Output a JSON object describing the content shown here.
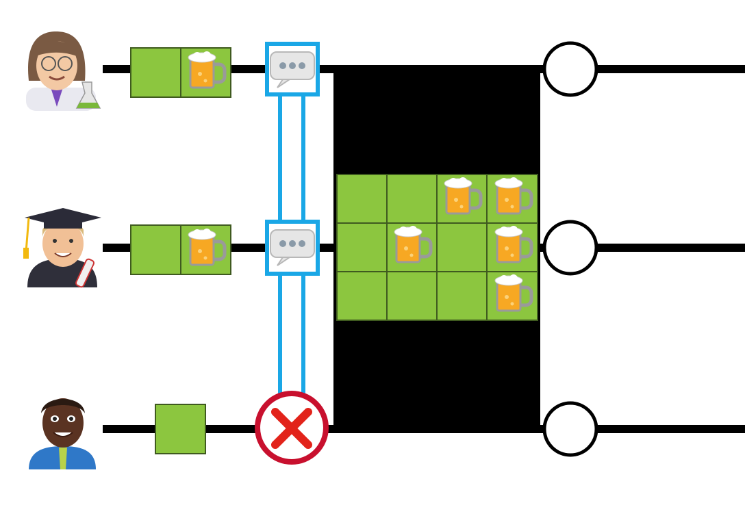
{
  "colors": {
    "wire": "#000000",
    "cell_fill": "#8cc63f",
    "cell_stroke": "#3f5a1f",
    "channel": "#1aa7e6",
    "error_ring": "#c8102e",
    "error_x": "#e2231a",
    "beer": "#f7a823",
    "foam": "#ffffff",
    "box": "#000000",
    "output": "#ffffff"
  },
  "parties": [
    {
      "role": "scientist",
      "icon": "woman-scientist-icon",
      "cells": [
        "empty",
        "beer"
      ],
      "message": "speech-bubble-icon"
    },
    {
      "role": "graduate",
      "icon": "graduate-icon",
      "cells": [
        "empty",
        "beer"
      ],
      "message": "speech-bubble-icon"
    },
    {
      "role": "man",
      "icon": "man-icon",
      "cells": [
        "empty"
      ],
      "message": "error-x-icon"
    }
  ],
  "grid": {
    "rows": 3,
    "cols": 4,
    "beer_cells": [
      [
        0,
        2
      ],
      [
        0,
        3
      ],
      [
        1,
        1
      ],
      [
        1,
        3
      ],
      [
        2,
        3
      ]
    ]
  }
}
